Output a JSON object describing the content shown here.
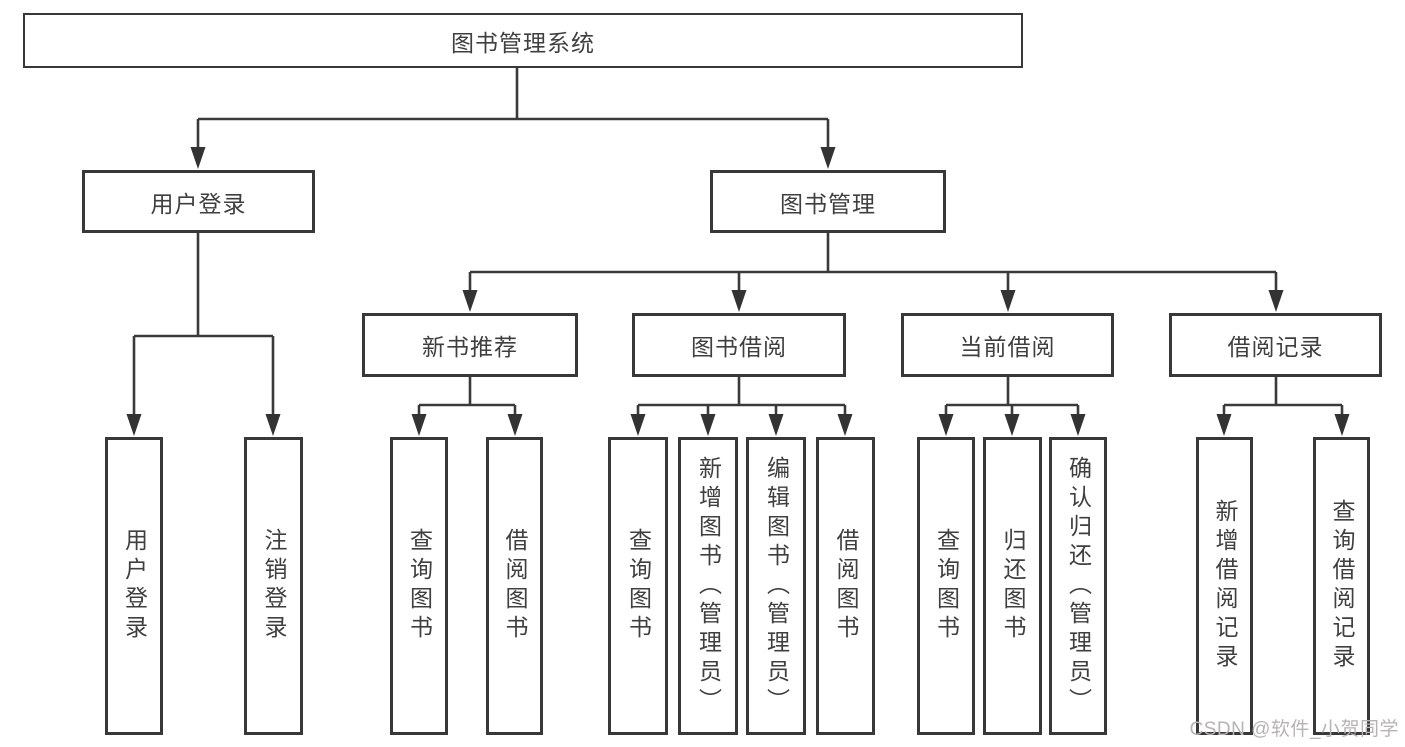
{
  "tree": {
    "label": "图书管理系统",
    "children": [
      {
        "label": "用户登录",
        "children": [
          {
            "label": "用户登录"
          },
          {
            "label": "注销登录"
          }
        ]
      },
      {
        "label": "图书管理",
        "children": [
          {
            "label": "新书推荐",
            "children": [
              {
                "label": "查询图书"
              },
              {
                "label": "借阅图书"
              }
            ]
          },
          {
            "label": "图书借阅",
            "children": [
              {
                "label": "查询图书"
              },
              {
                "label": "新增图书（管理员）"
              },
              {
                "label": "编辑图书（管理员）"
              },
              {
                "label": "借阅图书"
              }
            ]
          },
          {
            "label": "当前借阅",
            "children": [
              {
                "label": "查询图书"
              },
              {
                "label": "归还图书"
              },
              {
                "label": "确认归还（管理员）"
              }
            ]
          },
          {
            "label": "借阅记录",
            "children": [
              {
                "label": "新增借阅记录"
              },
              {
                "label": "查询借阅记录"
              }
            ]
          }
        ]
      }
    ]
  },
  "watermark": {
    "text": "CSDN @软件_小贺同学"
  },
  "colors": {
    "line": "#3a3a3a",
    "box_border": "#383838",
    "box_fill": "#ffffff",
    "text": "#3f3f3f",
    "watermark": "#b6b3b3"
  }
}
